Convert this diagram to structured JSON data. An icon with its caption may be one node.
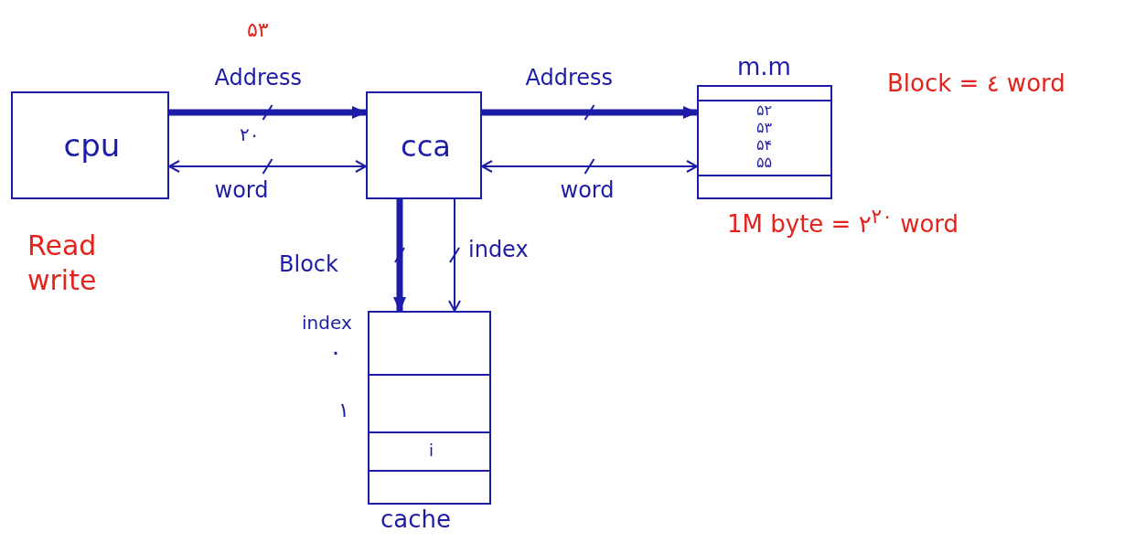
{
  "diagram": {
    "nodes": [
      {
        "text": [
          "cpu"
        ],
        "beside": [
          "Read write"
        ]
      },
      {
        "text": [
          "cca"
        ]
      },
      {
        "text": [
          "m.m",
          "۵۲",
          "۵۳",
          "۵۴",
          "۵۵"
        ]
      },
      {
        "text": [
          "i",
          "cache"
        ],
        "beside": [
          "index",
          "۰",
          "۱"
        ]
      }
    ],
    "edges": [
      {
        "from": 0,
        "to": 1,
        "arrow": "to",
        "label": "Address",
        "style": "thick"
      },
      {
        "from": 0,
        "to": 1,
        "arrow": "both",
        "label": "word"
      },
      {
        "from": 1,
        "to": 2,
        "arrow": "to",
        "label": "Address",
        "style": "thick"
      },
      {
        "from": 1,
        "to": 2,
        "arrow": "both",
        "label": "word"
      },
      {
        "from": 1,
        "to": 3,
        "arrow": "to",
        "label": "Block",
        "style": "thick"
      },
      {
        "from": 1,
        "to": 3,
        "arrow": "to",
        "label": "index"
      }
    ],
    "labels": [
      "۵۳",
      "۲۰",
      "Block = ٤ word",
      "1M byte = ۲$^{۲۰}$ word"
    ]
  }
}
